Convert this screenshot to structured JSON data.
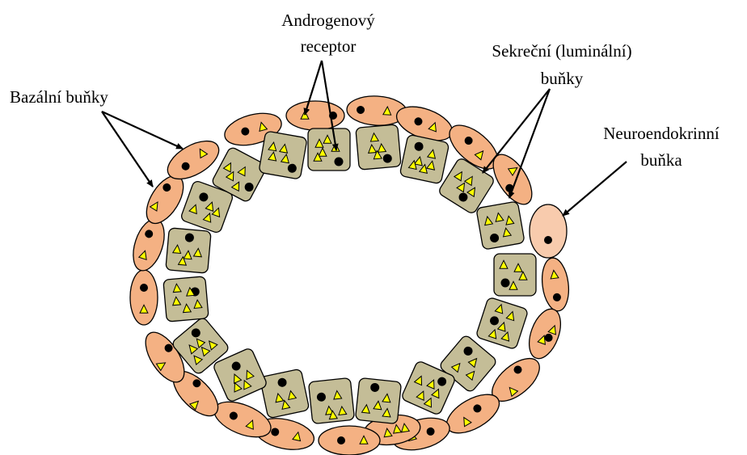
{
  "labels": {
    "androgen_receptor": {
      "line1": "Androgenový",
      "line2": "receptor"
    },
    "basal_cells": "Bazální buňky",
    "secretory_cells": {
      "line1": "Sekreční (luminální)",
      "line2": "buňky"
    },
    "neuroendocrine_cell": {
      "line1": "Neuroendokrinní",
      "line2": "buňka"
    }
  },
  "colors": {
    "basal_fill": "#f4b183",
    "neuroendocrine_fill": "#f8cbad",
    "luminal_fill": "#c4bd97",
    "receptor_fill": "#ffff00",
    "nucleus": "#000000",
    "outline": "#000000"
  }
}
